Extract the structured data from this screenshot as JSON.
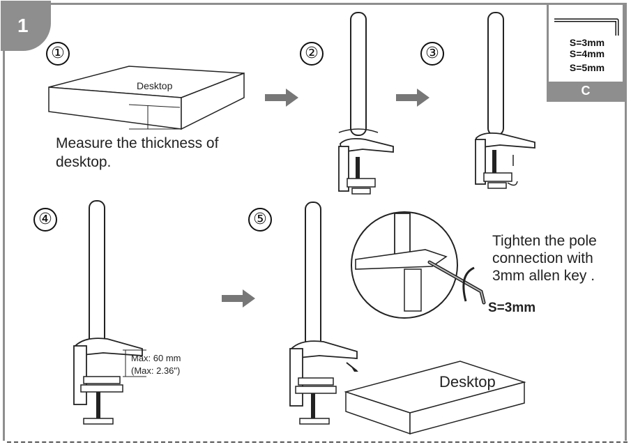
{
  "step_number": "1",
  "steps": {
    "s1": "①",
    "s2": "②",
    "s3": "③",
    "s4": "④",
    "s5": "⑤"
  },
  "desktop_label_top": "Desktop",
  "measure_text": [
    "Measure the thickness of",
    "desktop."
  ],
  "max_label": [
    "Max: 60 mm",
    "(Max: 2.36\")"
  ],
  "desktop_label_bottom": "Desktop",
  "tighten_text": [
    "Tighten the pole",
    "connection with",
    "3mm allen key ."
  ],
  "key_size": "S=3mm",
  "tool": {
    "sizes": [
      "S=3mm",
      "S=4mm",
      "S=5mm"
    ],
    "label": "C"
  },
  "colors": {
    "frame_gray": "#8e8e8e",
    "arrow_gray": "#777777"
  },
  "icons": [
    "right-arrow-icon",
    "rotate-arrow-icon",
    "allen-key-icon"
  ]
}
